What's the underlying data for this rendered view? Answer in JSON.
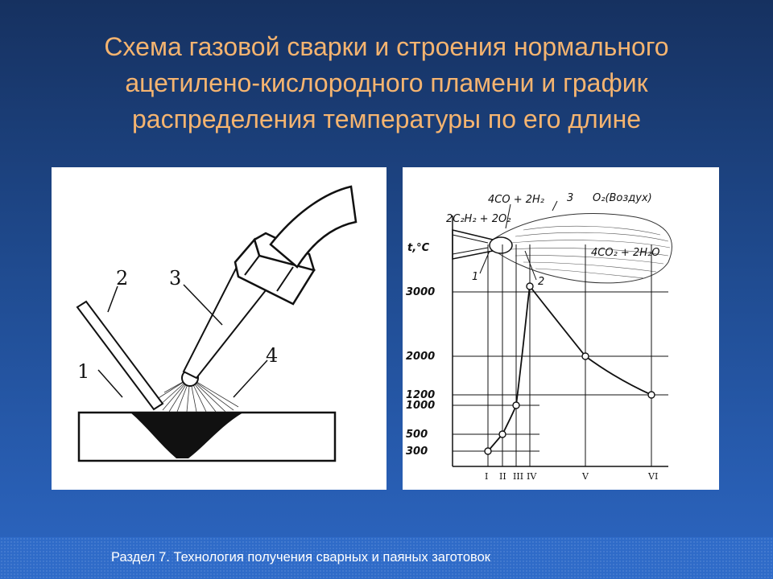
{
  "slide": {
    "title_lines": [
      "Схема газовой сварки и строения нормального",
      "ацетилено-кислородного пламени и график",
      "распределения температуры по его длине"
    ],
    "footer": "Раздел 7. Технология получения сварных и паяных заготовок"
  },
  "scheme": {
    "labels": {
      "base_metal": "1",
      "filler_rod": "2",
      "torch_tip": "3",
      "flame": "4"
    }
  },
  "graph": {
    "axis_label": "t,°C",
    "zone_labels": {
      "inner_core": "1",
      "zone_2": "2",
      "zone_3": "3"
    },
    "reaction_1": "2C₂H₂ + 2O₂",
    "reaction_2": "4CO + 2H₂",
    "reaction_3": "O₂(Воздух)",
    "reaction_4": "4CO₂ + 2H₂O",
    "y_ticks": [
      "3000",
      "2000",
      "1200",
      "1000",
      "500",
      "300"
    ],
    "x_ticks": [
      "I",
      "II",
      "III",
      "IV",
      "V",
      "VI"
    ]
  },
  "chart_data": {
    "type": "line",
    "categories": [
      "I",
      "II",
      "III",
      "IV",
      "V",
      "VI"
    ],
    "values": [
      300,
      500,
      1000,
      3150,
      2000,
      1200
    ],
    "ylabel": "t,°C"
  }
}
